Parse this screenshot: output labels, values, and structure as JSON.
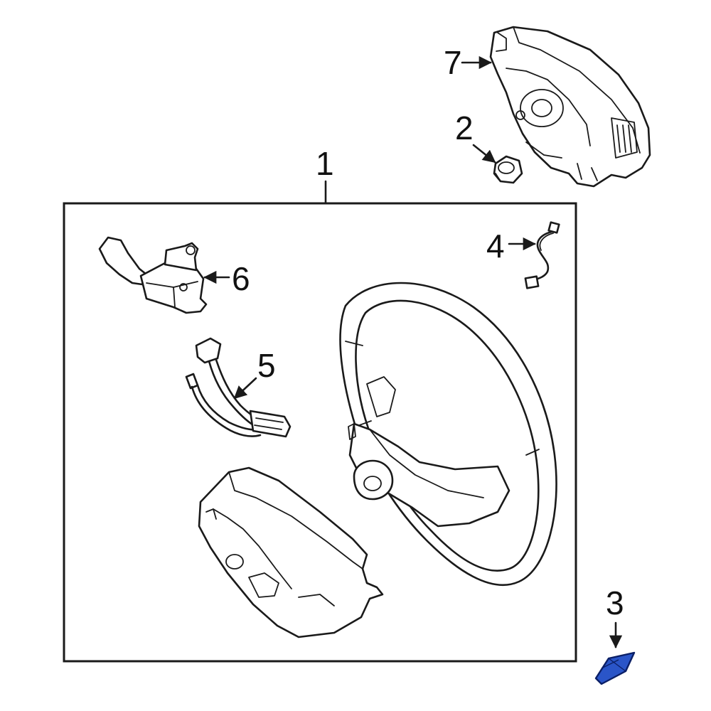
{
  "callouts": {
    "c1": "1",
    "c2": "2",
    "c3": "3",
    "c4": "4",
    "c5": "5",
    "c6": "6",
    "c7": "7"
  },
  "colors": {
    "line": "#1a1a1a",
    "highlight_fill": "#2a55c8",
    "highlight_stroke": "#0b1f66",
    "background": "#ffffff"
  },
  "highlighted_part": "3"
}
